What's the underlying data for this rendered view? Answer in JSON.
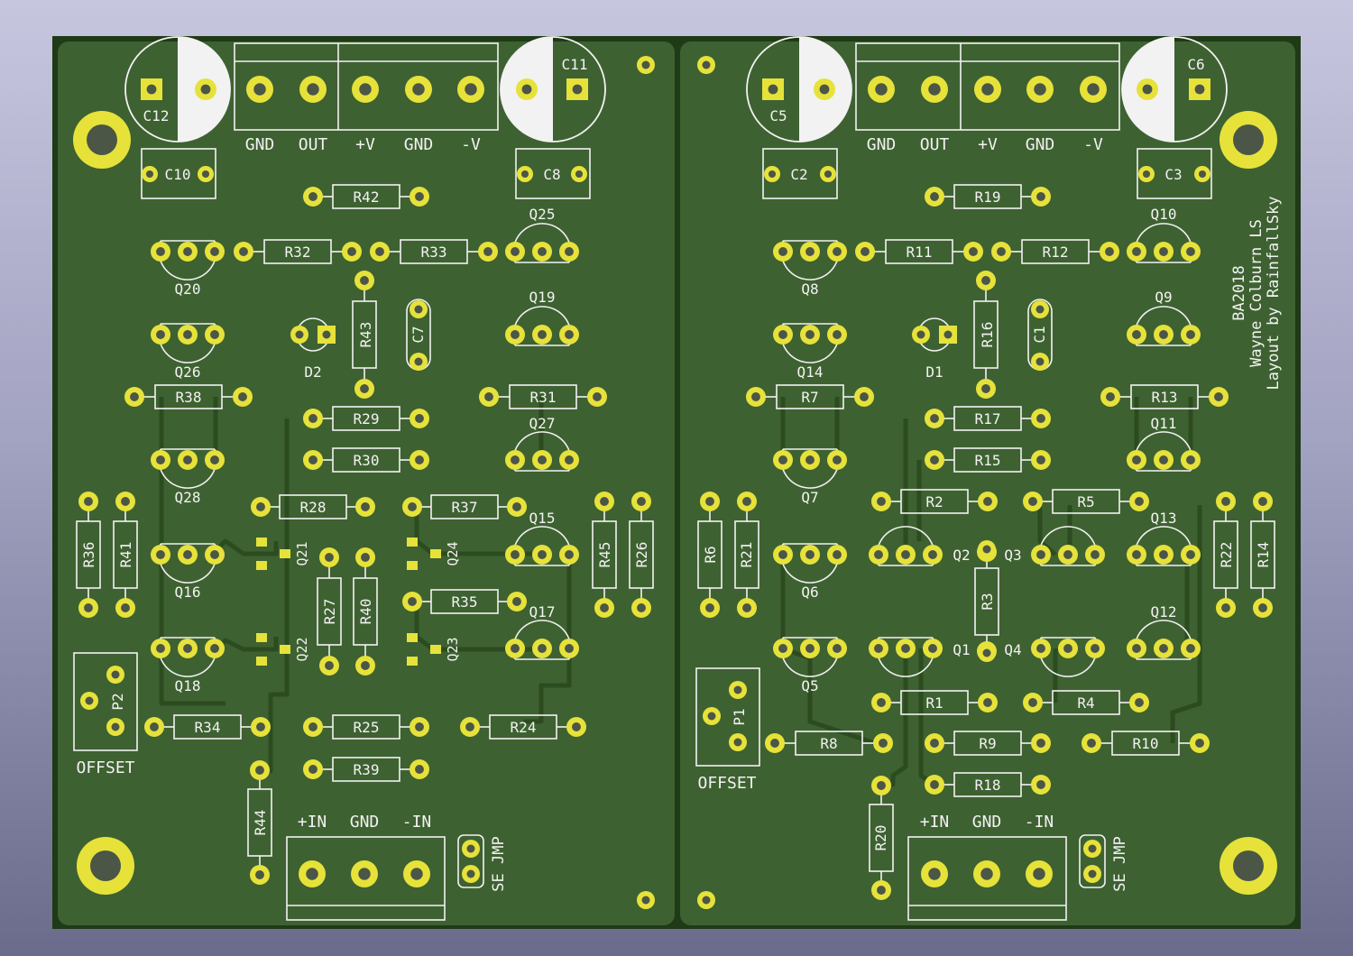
{
  "colors": {
    "board": "#3e6131",
    "board_edge": "#1f3a16",
    "copper": "#2c4c20",
    "pad": "#e6e23a",
    "hole": "#4b5646",
    "silk": "#f2f2f2",
    "mask_dark": "#2a451f"
  },
  "left_board": {
    "connector_labels": [
      "GND",
      "OUT",
      "+V",
      "GND",
      "-V"
    ],
    "input_labels": [
      "+IN",
      "GND",
      "-IN"
    ],
    "jumper_label": "SE JMP",
    "offset_label": "OFFSET",
    "trimmer_label": "P2",
    "caps": {
      "big_left": "C12",
      "big_right": "C11",
      "small_left": "C10",
      "small_right": "C8",
      "film": "C7"
    },
    "diode": "D2",
    "resistors": [
      "R42",
      "R32",
      "R33",
      "R43",
      "R38",
      "R31",
      "R29",
      "R30",
      "R28",
      "R37",
      "R36",
      "R41",
      "R27",
      "R40",
      "R35",
      "R45",
      "R26",
      "R34",
      "R25",
      "R24",
      "R39",
      "R44"
    ],
    "transistors": [
      "Q25",
      "Q20",
      "Q19",
      "Q26",
      "Q27",
      "Q28",
      "Q15",
      "Q16",
      "Q17",
      "Q18",
      "Q21",
      "Q22",
      "Q23",
      "Q24"
    ]
  },
  "right_board": {
    "connector_labels": [
      "GND",
      "OUT",
      "+V",
      "GND",
      "-V"
    ],
    "input_labels": [
      "+IN",
      "GND",
      "-IN"
    ],
    "jumper_label": "SE JMP",
    "offset_label": "OFFSET",
    "trimmer_label": "P1",
    "caps": {
      "big_left": "C5",
      "big_right": "C6",
      "small_left": "C2",
      "small_right": "C3",
      "film": "C1"
    },
    "diode": "D1",
    "resistors": [
      "R19",
      "R11",
      "R12",
      "R16",
      "R7",
      "R13",
      "R17",
      "R15",
      "R2",
      "R5",
      "R6",
      "R21",
      "R3",
      "R22",
      "R14",
      "R1",
      "R4",
      "R8",
      "R9",
      "R10",
      "R18",
      "R20"
    ],
    "transistors": [
      "Q10",
      "Q8",
      "Q9",
      "Q14",
      "Q11",
      "Q7",
      "Q2",
      "Q3",
      "Q13",
      "Q6",
      "Q1",
      "Q4",
      "Q12",
      "Q5"
    ]
  },
  "credits": [
    "BA2018",
    "Wayne Colburn LS",
    "Layout by RainfallSky"
  ]
}
